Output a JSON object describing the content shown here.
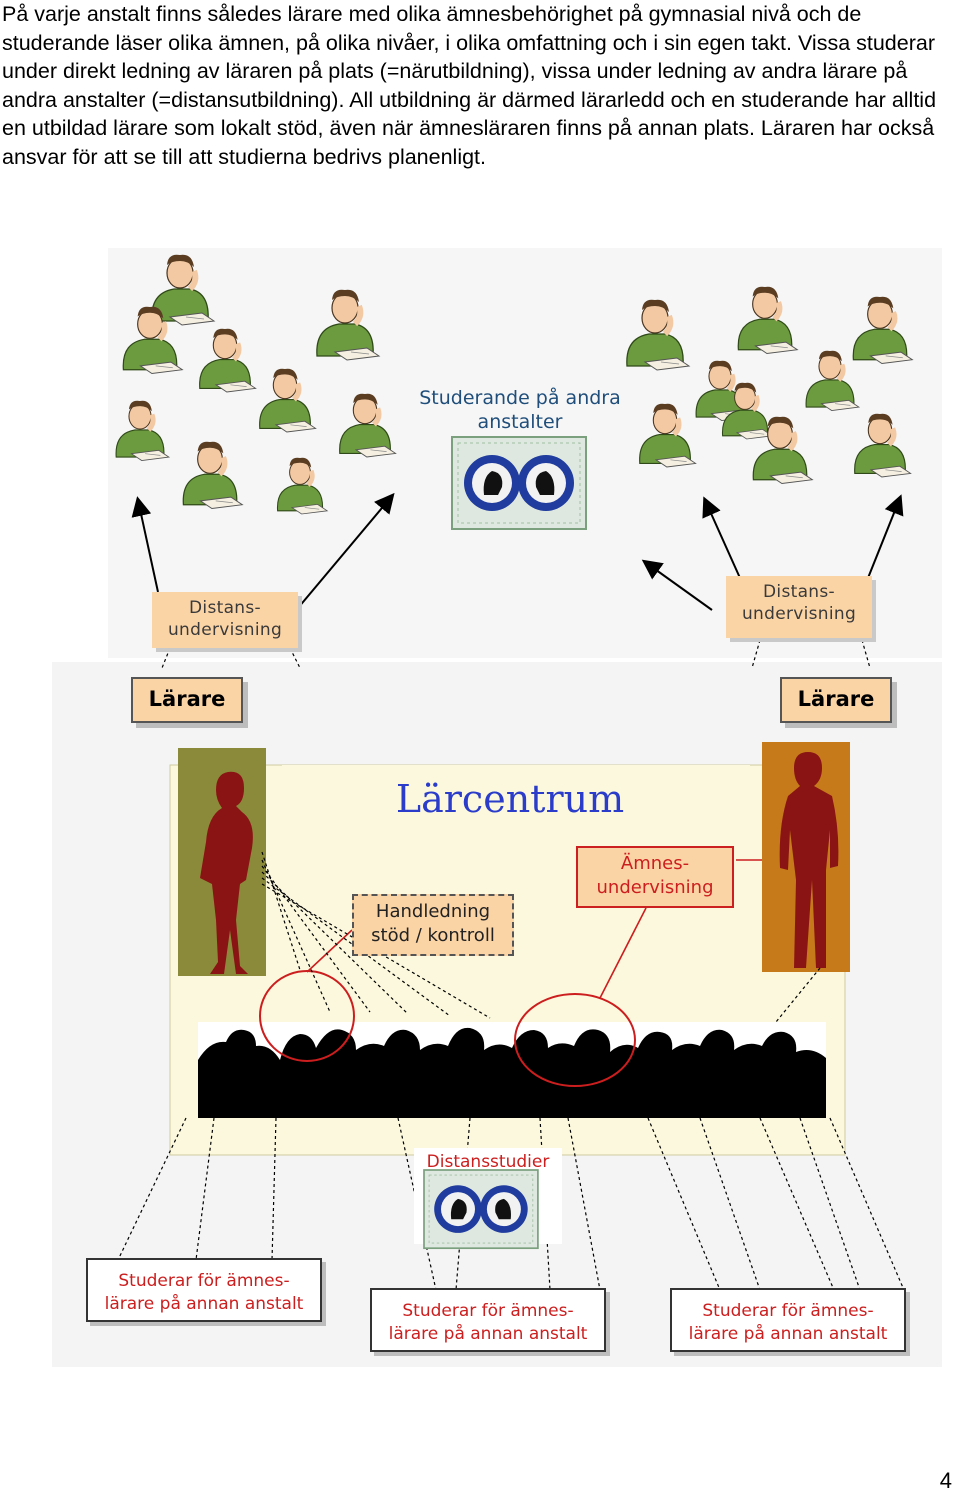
{
  "intro_text": "På varje anstalt finns således lärare med olika ämnesbehörighet på gymnasial nivå och de studerande läser olika ämnen, på olika nivåer, i olika omfattning och i sin egen takt. Vissa studerar under direkt ledning av läraren på plats (=närutbildning), vissa under ledning av andra lärare på andra anstalter (=distansutbildning). All utbildning är därmed lärarledd och en studerande har alltid en utbildad lärare som lokalt stöd, även när ämnesläraren finns på annan plats. Läraren har också ansvar för att se till att studierna bedrivs planenligt.",
  "diagram": {
    "students_other": {
      "line1": "Studerande på andra",
      "line2": "anstalter"
    },
    "distance_left": {
      "line1": "Distans-",
      "line2": "undervisning"
    },
    "distance_right": {
      "line1": "Distans-",
      "line2": "undervisning"
    },
    "teacher_left": "Lärare",
    "teacher_right": "Lärare",
    "learning_center": "Lärcentrum",
    "subject_teaching": {
      "line1": "Ämnes-",
      "line2": "undervisning"
    },
    "guidance": {
      "line1": "Handledning",
      "line2": "stöd / kontroll"
    },
    "distance_studies": "Distansstudier",
    "study_boxes": [
      {
        "line1": "Studerar för ämnes-",
        "line2": "lärare på annan anstalt"
      },
      {
        "line1": "Studerar för ämnes-",
        "line2": "lärare på annan anstalt"
      },
      {
        "line1": "Studerar för ämnes-",
        "line2": "lärare på annan anstalt"
      }
    ]
  },
  "page_number": "4",
  "colors": {
    "peach": "#fbd4a6",
    "learning_center_bg": "#fbf8dd",
    "title_blue": "#2a3cc9",
    "red": "#cc1e1e",
    "teacher_silhouette": "#8a1414",
    "student_shirt": "#6c9a3e",
    "monitor_blue": "#1f3c9e"
  }
}
